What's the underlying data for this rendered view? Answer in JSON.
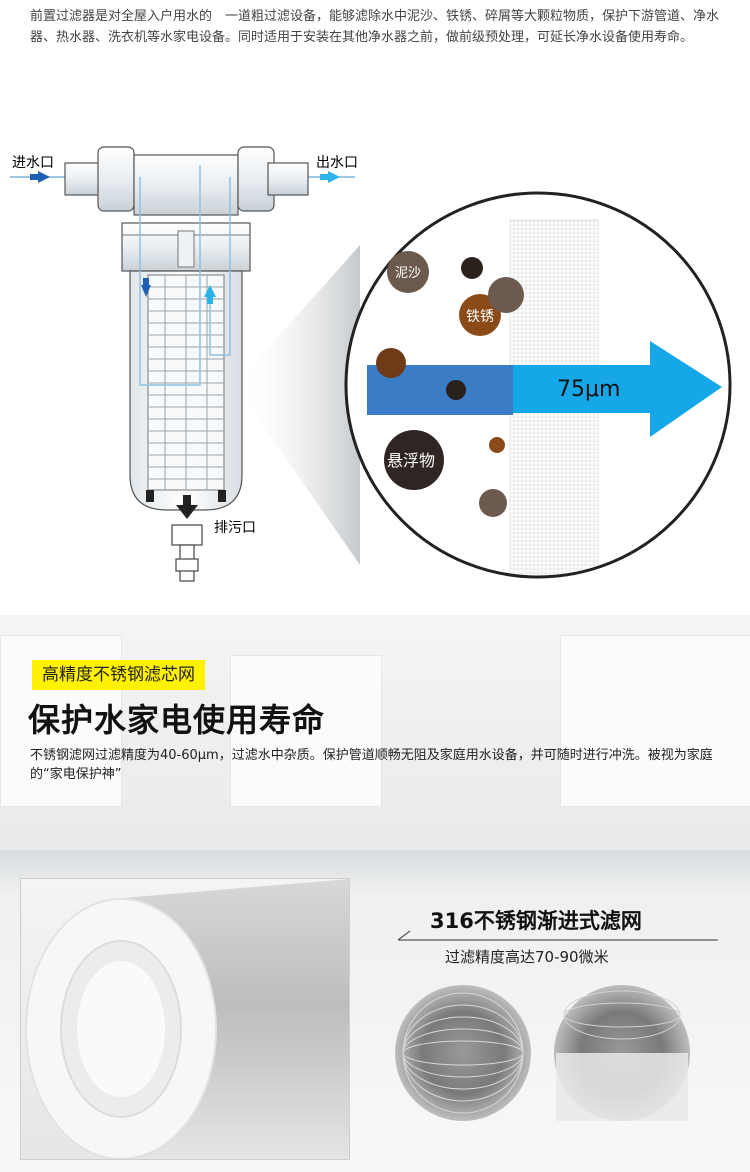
{
  "intro": {
    "text": "前置过滤器是对全屋入户用水的　一道粗过滤设备，能够滤除水中泥沙、铁锈、碎屑等大颗粒物质，保护下游管道、净水器、热水器、洗衣机等水家电设备。同时适用于安装在其他净水器之前，做前级预处理，可延长净水设备使用寿命。"
  },
  "diagram": {
    "inlet_label": "进水口",
    "outlet_label": "出水口",
    "drain_label": "排污口",
    "particles": {
      "sand": "泥沙",
      "rust": "铁锈",
      "suspended": "悬浮物"
    },
    "filter_size": "75μm",
    "colors": {
      "inlet_arrow": "#1f5fb3",
      "outlet_arrow": "#2ab4ea",
      "big_arrow": "#16a7e8",
      "blue_band": "#3a7cc6"
    }
  },
  "feature": {
    "tag": "高精度不锈钢滤芯网",
    "headline": "保护水家电使用寿命",
    "description": "不锈钢滤网过滤精度为40-60μm，过滤水中杂质。保护管道顺畅无阻及家庭用水设备，并可随时进行冲洗。被视为家庭的“家电保护神”"
  },
  "mesh": {
    "title": "316不锈钢渐进式滤网",
    "subtitle": "过滤精度高达70-90微米"
  }
}
